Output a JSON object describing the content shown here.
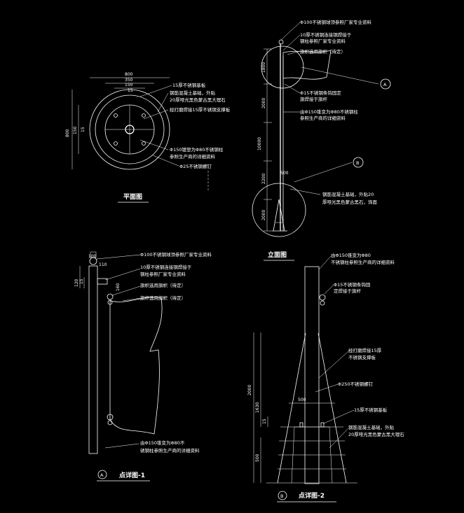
{
  "plan": {
    "title": "平面图",
    "dims": [
      "800",
      "350",
      "150",
      "15",
      "800",
      "150",
      "15"
    ],
    "notes": [
      "15厚不锈钢基板",
      "钢筋混凝土基础，外贴",
      "20厚哑光黑色蒙古黑大理石",
      "经打磨焊接15厚不锈钢支撑板",
      "Φ150镀塑为Φ80不锈钢柱",
      "参照生产商的详细资料",
      "Φ25不锈钢螺钉"
    ]
  },
  "elevation": {
    "title": "立面图",
    "dims": [
      "1800",
      "2000",
      "10000",
      "2200",
      "2000",
      "500"
    ],
    "notes": [
      "Φ100不锈钢球顶参照厂家专业资料",
      "10厚不锈钢连接钢焊接于",
      "钢柱参照厂家专业资料",
      "旗帜选用旗帜（待定）",
      "Φ15不锈钢条钩固定",
      "旗焊接于旗杆",
      "由Φ150锥变为Φ80不锈钢柱",
      "参照生产商的详细资料",
      "钢筋混凝土基础，外贴20",
      "厚哑光黑色蒙古黑石，饰面"
    ],
    "callouts": [
      "A",
      "B"
    ]
  },
  "detail1": {
    "title": "点详图-1",
    "marker": "A",
    "dims": [
      "100",
      "110",
      "120",
      "15",
      "160"
    ],
    "notes": [
      "Φ100不锈钢球顶参照厂家专业资料",
      "10厚不锈钢连接钢焊接于",
      "钢柱参照厂家专业资料",
      "旗帜选用旗帜（待定）",
      "旗杆选用旗帜（待定）",
      "由Φ150锥变为Φ80不",
      "锈钢柱参照生产商的详细资料"
    ]
  },
  "detail2": {
    "title": "点详图-2",
    "marker": "B",
    "dims": [
      "2000",
      "1630",
      "15",
      "500",
      "500"
    ],
    "notes": [
      "由Φ150锥变为Φ80",
      "不锈钢柱参照生产商的详细资料",
      "Φ15不锈钢条钩固",
      "定焊接于旗杆",
      "经打磨焊接15厚",
      "不锈钢支撑板",
      "Φ250不锈钢螺钉",
      "15厚不锈钢基板",
      "钢筋混凝土基础，外贴",
      "20厚哑光黑色蒙古黑大理石"
    ]
  }
}
